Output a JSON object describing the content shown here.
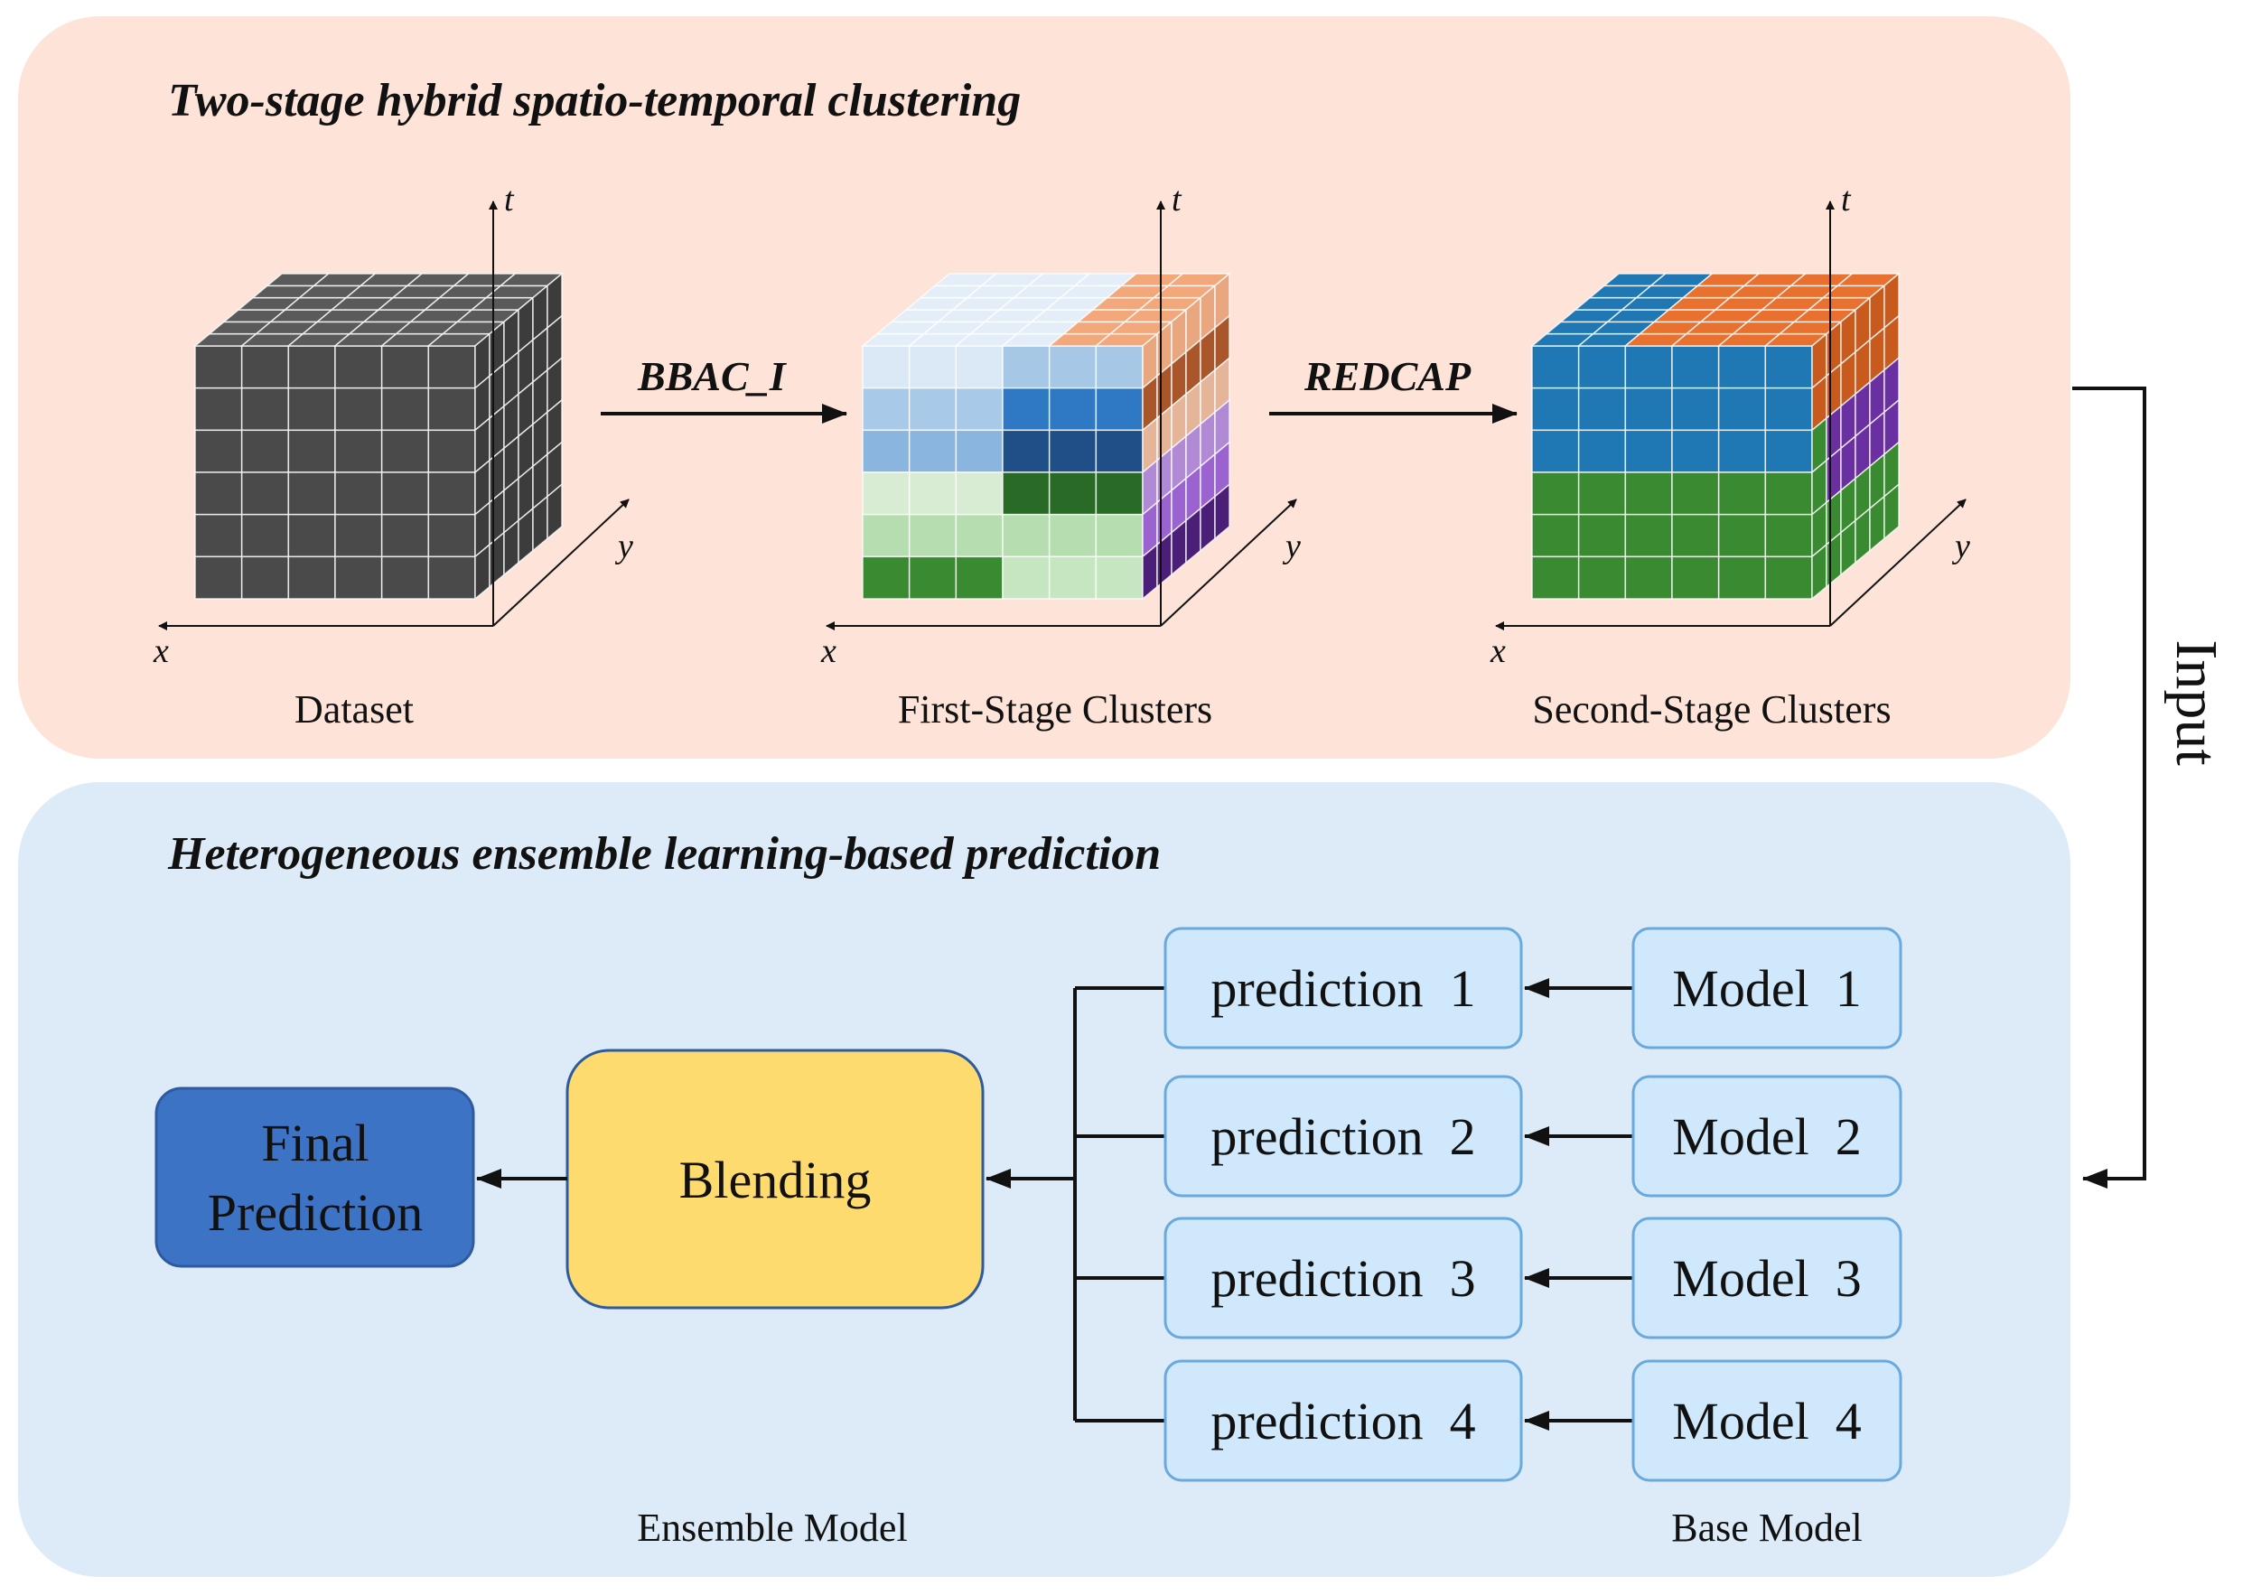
{
  "top_panel": {
    "title": "Two-stage hybrid spatio-temporal clustering",
    "cubes": [
      {
        "caption": "Dataset",
        "axis_t": "t",
        "axis_x": "x",
        "axis_y": "y"
      },
      {
        "caption": "First-Stage Clusters",
        "axis_t": "t",
        "axis_x": "x",
        "axis_y": "y"
      },
      {
        "caption": "Second-Stage Clusters",
        "axis_t": "t",
        "axis_x": "x",
        "axis_y": "y"
      }
    ],
    "steps": [
      "BBAC_I",
      "REDCAP"
    ]
  },
  "bottom_panel": {
    "title": "Heterogeneous ensemble learning-based prediction",
    "final_prediction": [
      "Final",
      "Prediction"
    ],
    "blending": "Blending",
    "predictions": [
      "prediction  1",
      "prediction  2",
      "prediction  3",
      "prediction  4"
    ],
    "models": [
      "Model  1",
      "Model  2",
      "Model  3",
      "Model  4"
    ],
    "ensemble_caption": "Ensemble Model",
    "base_caption": "Base Model"
  },
  "input_label": "Input",
  "colors": {
    "top_bg": "#fde3d8",
    "bottom_bg": "#dcebf7",
    "final_box": "#3d73c5",
    "blending_box": "#fedb6e",
    "small_box": "#cfe8fb",
    "dataset_cube": "#4a4a4a",
    "cluster_orange": "#e8712f",
    "cluster_blue": "#1f77b4",
    "cluster_green": "#3a8a32",
    "cluster_purple": "#7b3fa8"
  }
}
